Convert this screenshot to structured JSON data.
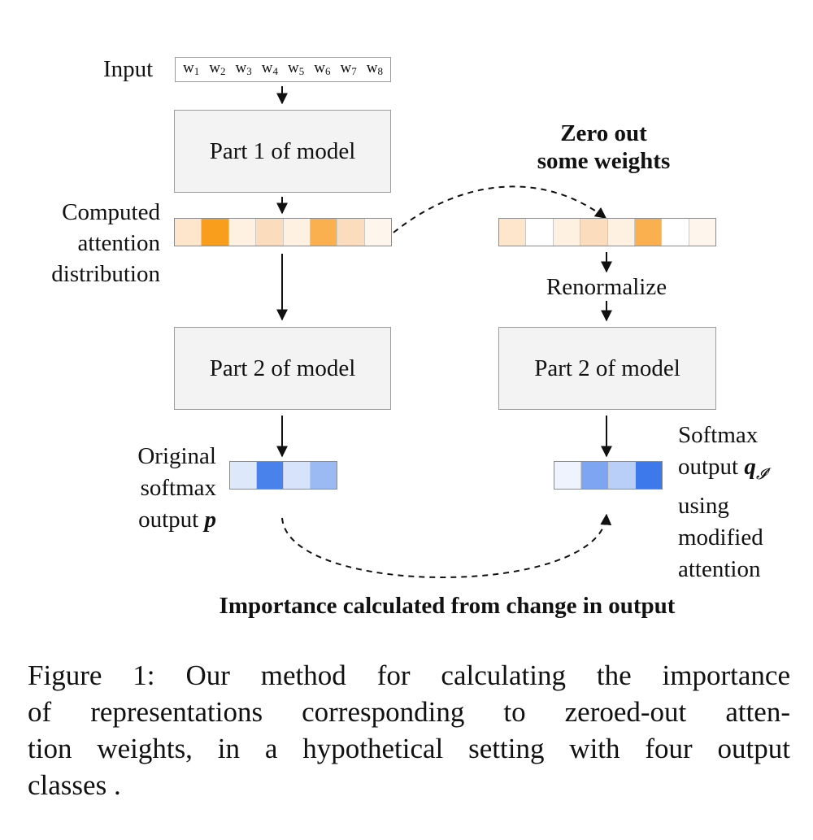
{
  "labels": {
    "input": "Input",
    "zero_out_line1": "Zero out",
    "zero_out_line2": "some weights",
    "computed_line1": "Computed",
    "computed_line2": "attention",
    "computed_line3": "distribution",
    "renormalize": "Renormalize",
    "original_line1": "Original",
    "original_line2": "softmax",
    "original_line3": "output",
    "original_var": "p",
    "softmax_line1": "Softmax",
    "softmax_line2": "output",
    "softmax_var": "q",
    "softmax_var_sub": "𝓘′",
    "softmax_line3": "using",
    "softmax_line4": "modified",
    "softmax_line5": "attention",
    "importance": "Importance calculated from change in output"
  },
  "boxes": {
    "part1": "Part 1 of model",
    "part2_left": "Part 2 of model",
    "part2_right": "Part 2 of model"
  },
  "tokens": [
    {
      "base": "w",
      "sub": "1"
    },
    {
      "base": "w",
      "sub": "2"
    },
    {
      "base": "w",
      "sub": "3"
    },
    {
      "base": "w",
      "sub": "4"
    },
    {
      "base": "w",
      "sub": "5"
    },
    {
      "base": "w",
      "sub": "6"
    },
    {
      "base": "w",
      "sub": "7"
    },
    {
      "base": "w",
      "sub": "8"
    }
  ],
  "strips": {
    "attention_original": [
      "#fde6cc",
      "#f99d1c",
      "#fef1e2",
      "#fbdcbd",
      "#fef1e2",
      "#fab04f",
      "#fbdcbd",
      "#fef6ec"
    ],
    "attention_modified": [
      "#fde6cc",
      "#ffffff",
      "#fef1e2",
      "#fbdcbd",
      "#fef1e2",
      "#fab04f",
      "#ffffff",
      "#fef6ec"
    ],
    "softmax_original": [
      "#dde8fb",
      "#4a82ec",
      "#d7e3fa",
      "#9bbaf4"
    ],
    "softmax_modified": [
      "#eef3fd",
      "#7ea5f1",
      "#b9cff7",
      "#3e79eb"
    ]
  },
  "caption": {
    "line1": "Figure 1:  Our method for calculating the importance",
    "line2": "of representations corresponding to zeroed-out atten-",
    "line3": "tion weights, in a hypothetical setting with four output",
    "line4": "classes ."
  }
}
